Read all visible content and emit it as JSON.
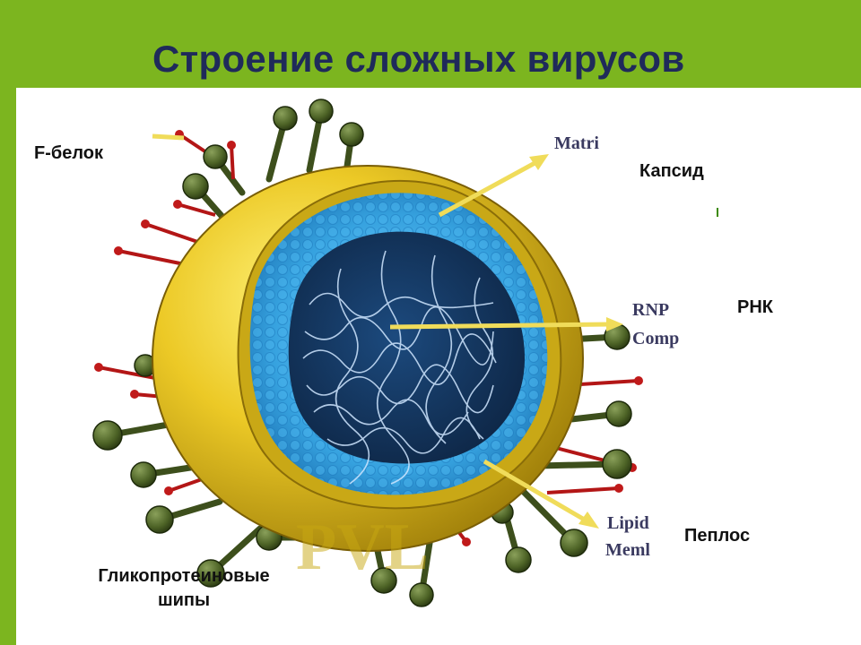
{
  "title": "Строение сложных вирусов",
  "labels": {
    "f_protein": "F-белок",
    "capsid": "Капсид",
    "rna": "РНК",
    "peplos": "Пеплос",
    "glyco_line1": "Гликопротеиновые",
    "glyco_line2": "шипы"
  },
  "image_text": {
    "matri": "Matri",
    "rnp": "RNP",
    "comp": "Comp",
    "lipid": "Lipid",
    "meml": "Meml",
    "watermark": "PVL"
  },
  "colors": {
    "theme_green": "#7cb51f",
    "title_navy": "#1f2a5a",
    "envelope_yellow": "#e8c81e",
    "capsid_blue": "#39a6e0",
    "core_navy": "#12305a",
    "spike_green": "#556b2f",
    "spike_red": "#b01818"
  }
}
